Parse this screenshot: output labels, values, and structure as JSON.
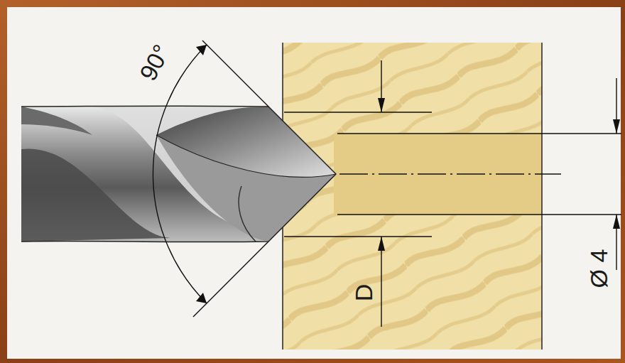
{
  "diagram": {
    "labels": [
      "90°",
      "D",
      "Ø 4"
    ]
  }
}
